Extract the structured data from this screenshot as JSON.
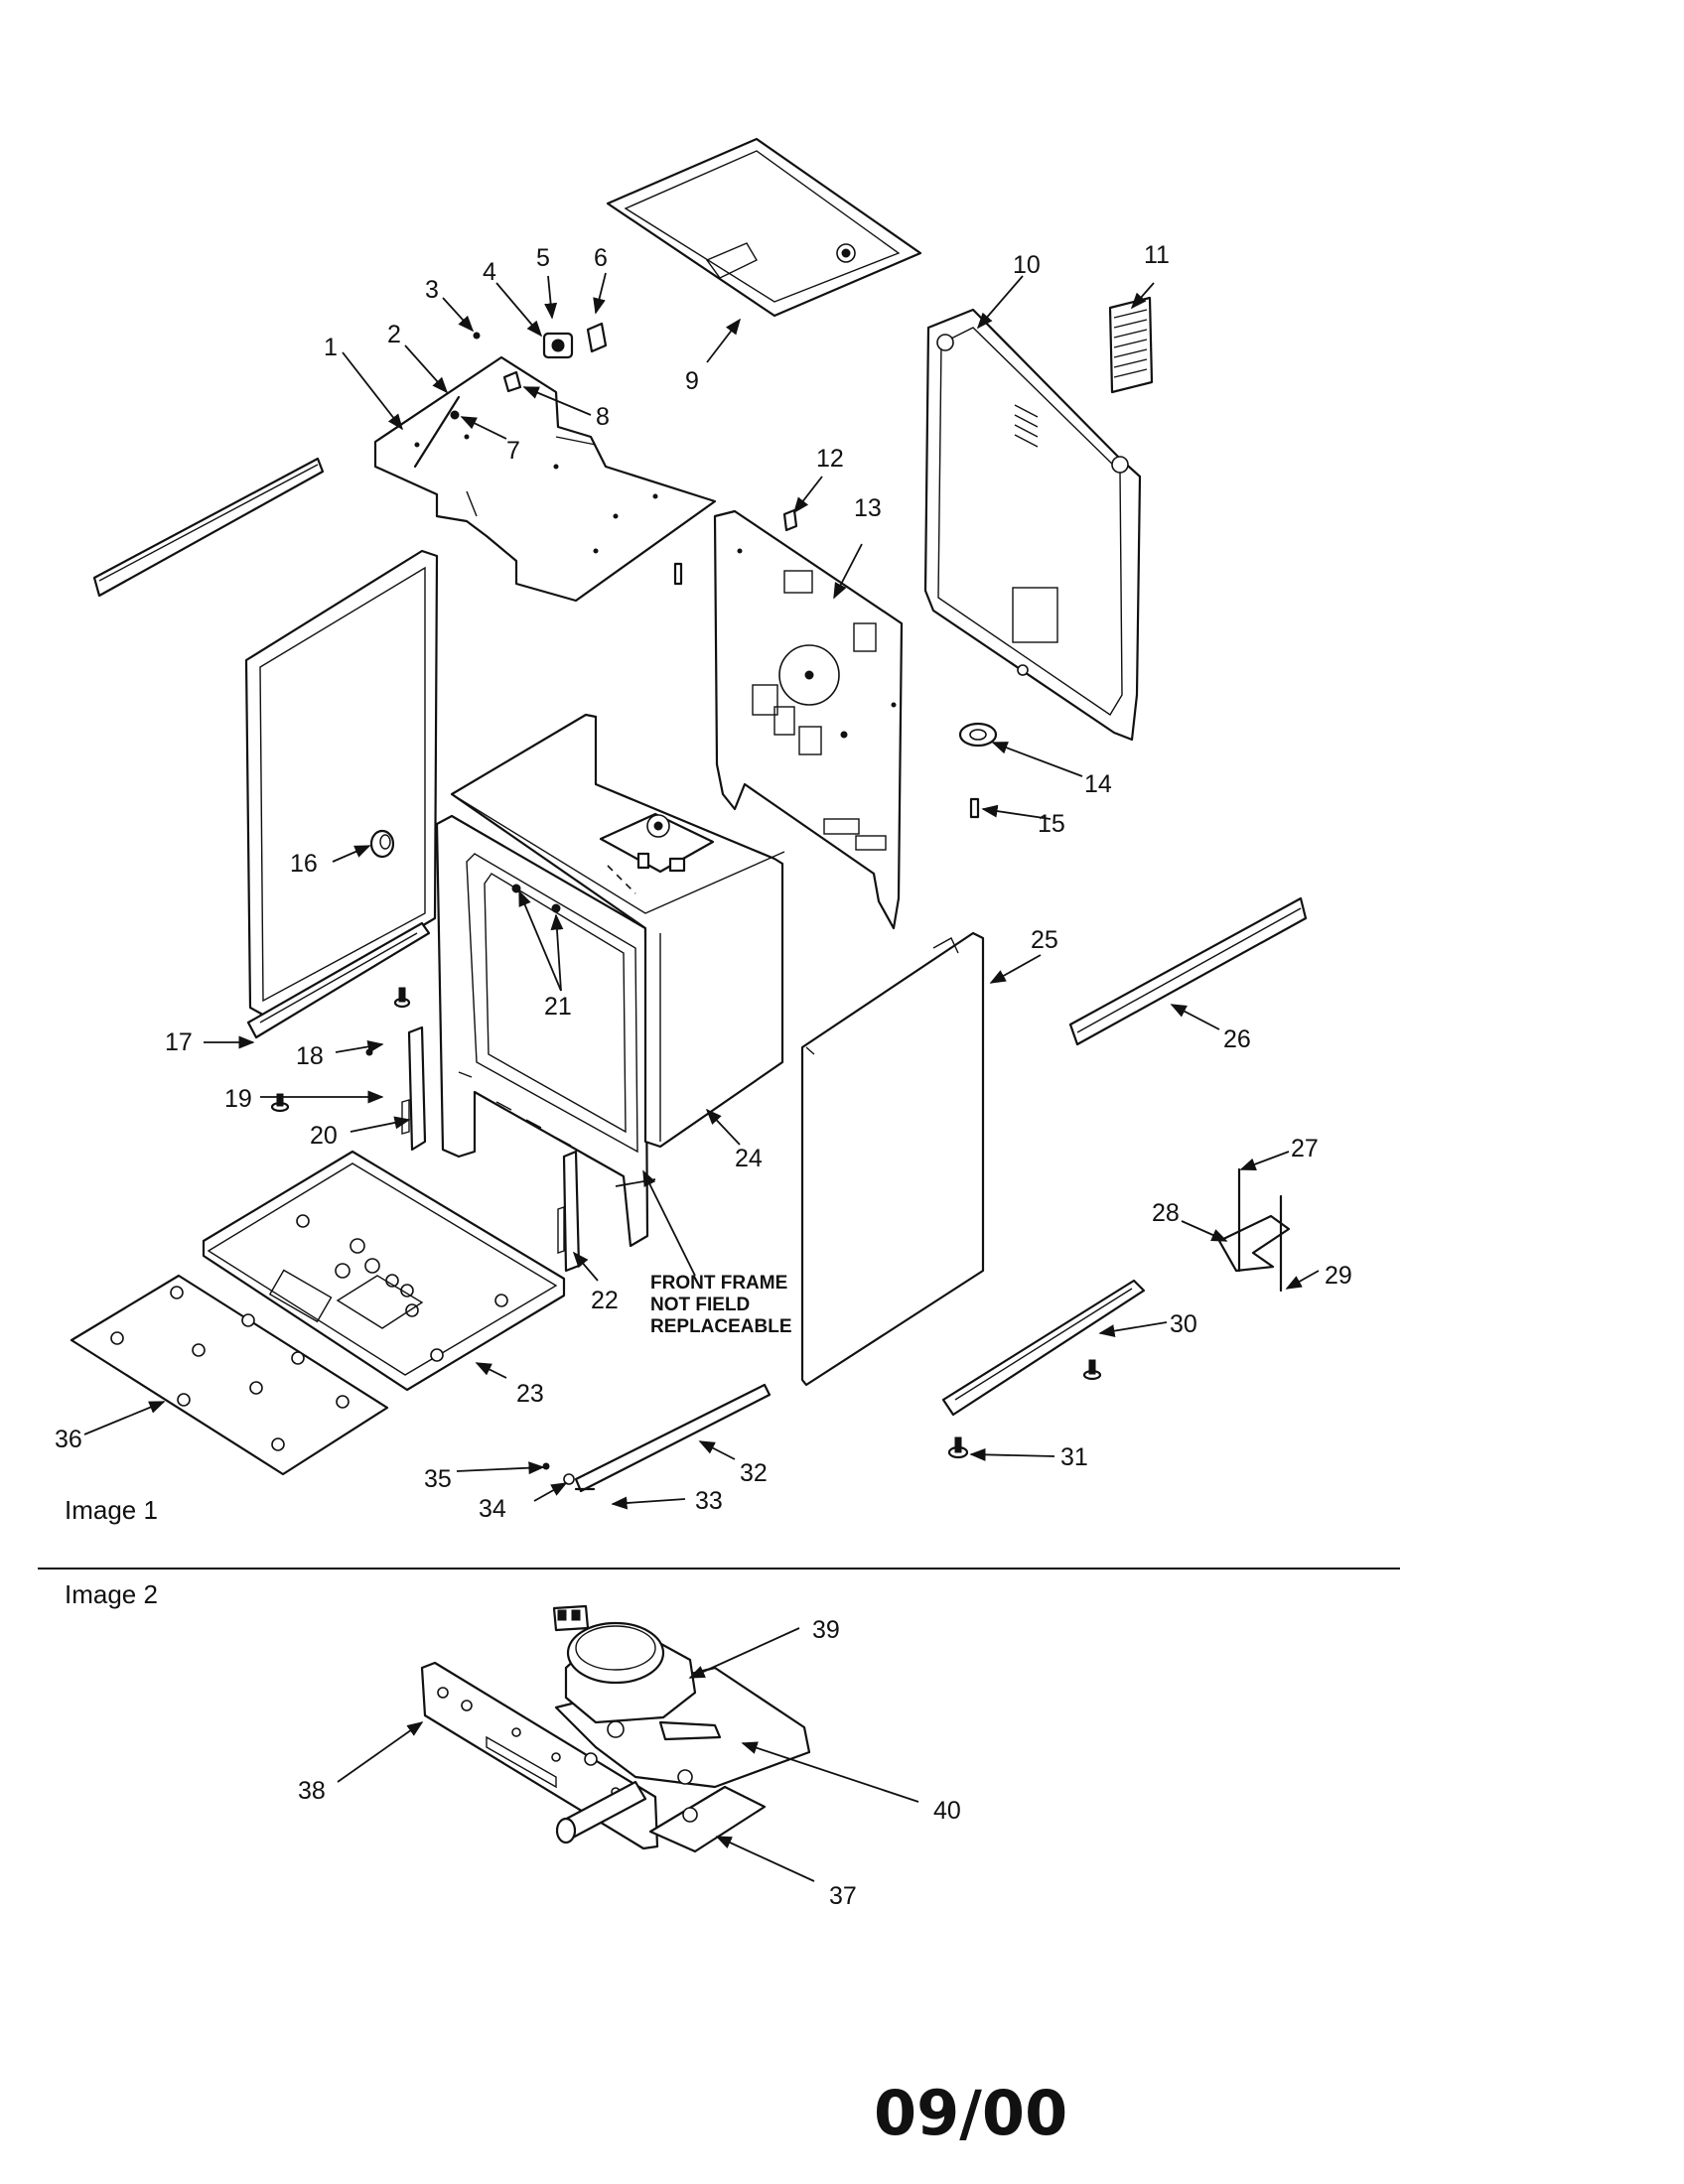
{
  "sections": {
    "image1_label": "Image 1",
    "image2_label": "Image 2"
  },
  "note": {
    "line1": "FRONT FRAME",
    "line2": "NOT FIELD",
    "line3": "REPLACEABLE"
  },
  "date_code": "09/00",
  "callouts": {
    "c1": "1",
    "c2": "2",
    "c3": "3",
    "c4": "4",
    "c5": "5",
    "c6": "6",
    "c7": "7",
    "c8": "8",
    "c9": "9",
    "c10": "10",
    "c11": "11",
    "c12": "12",
    "c13": "13",
    "c14": "14",
    "c15": "15",
    "c16": "16",
    "c17": "17",
    "c18": "18",
    "c19": "19",
    "c20": "20",
    "c21": "21",
    "c22": "22",
    "c23": "23",
    "c24": "24",
    "c25": "25",
    "c26": "26",
    "c27": "27",
    "c28": "28",
    "c29": "29",
    "c30": "30",
    "c31": "31",
    "c32": "32",
    "c33": "33",
    "c34": "34",
    "c35": "35",
    "c36": "36",
    "c37": "37",
    "c38": "38",
    "c39": "39",
    "c40": "40"
  }
}
